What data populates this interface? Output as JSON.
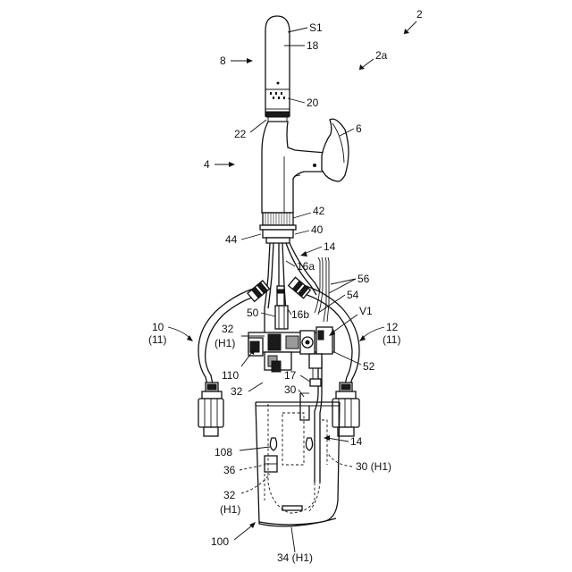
{
  "labels": {
    "l_2": "2",
    "l_2a": "2a",
    "l_S1": "S1",
    "l_18": "18",
    "l_8": "8",
    "l_20": "20",
    "l_22": "22",
    "l_6": "6",
    "l_4": "4",
    "l_42": "42",
    "l_40": "40",
    "l_44": "44",
    "l_14_top": "14",
    "l_16a": "16a",
    "l_56": "56",
    "l_54": "54",
    "l_50": "50",
    "l_16b": "16b",
    "l_V1": "V1",
    "l_10": "10",
    "l_11_left": "(11)",
    "l_12": "12",
    "l_11_right": "(11)",
    "l_32_top": "32",
    "l_H1_top": "(H1)",
    "l_110": "110",
    "l_52": "52",
    "l_17": "17",
    "l_32_mid": "32",
    "l_30": "30",
    "l_14_bottom": "14",
    "l_108": "108",
    "l_30H1": "30 (H1)",
    "l_36": "36",
    "l_32_low": "32",
    "l_H1_low": "(H1)",
    "l_100": "100",
    "l_34H1": "34 (H1)"
  }
}
